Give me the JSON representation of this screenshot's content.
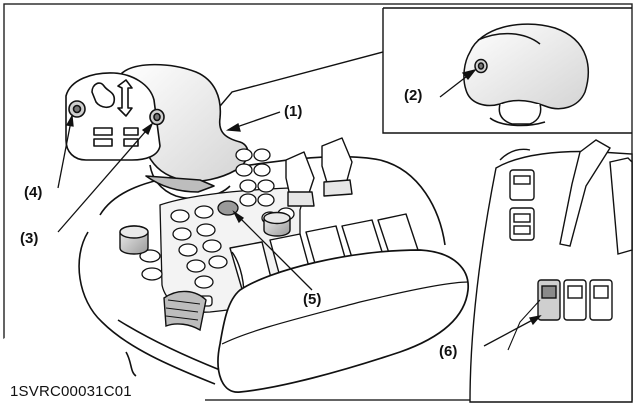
{
  "figure": {
    "code": "1SVRC00031C01",
    "callouts": {
      "c1": "(1)",
      "c2": "(2)",
      "c3": "(3)",
      "c4": "(4)",
      "c5": "(5)",
      "c6": "(6)"
    },
    "colors": {
      "line": "#111111",
      "fill": "#ffffff",
      "shade_light": "#e6e6e6",
      "shade_mid": "#bdbdbd",
      "shade_dark": "#8a8a8a"
    }
  }
}
